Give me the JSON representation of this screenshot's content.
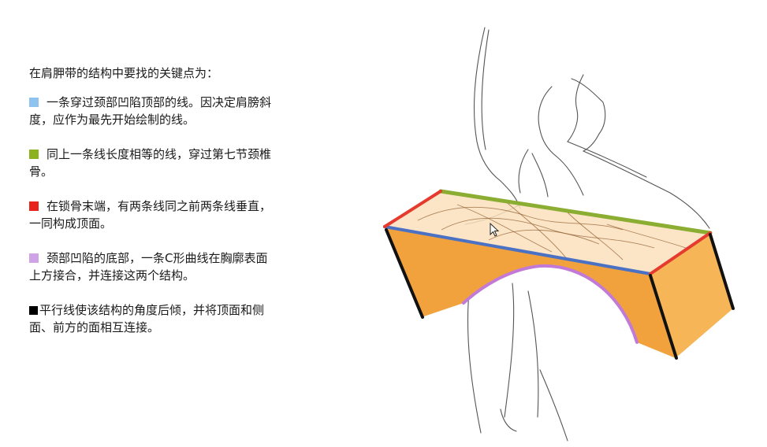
{
  "intro": "在肩胛带的结构中要找的关键点为：",
  "items": [
    {
      "color": "#8ec3f0",
      "line1": "一条穿过颈部凹陷顶部的线。因决定肩膀斜",
      "line2": "度，应作为最先开始绘制的线。"
    },
    {
      "color": "#8db21f",
      "line1": "同上一条线长度相等的线，穿过第七节颈椎",
      "line2": "骨。"
    },
    {
      "color": "#e8231c",
      "line1": "在锁骨末端，有两条线同之前两条线垂直，",
      "line2": "一同构成顶面。"
    },
    {
      "color": "#cfa3e6",
      "line1": "颈部凹陷的底部，一条C形曲线在胸廓表面",
      "line2": "上方接合，并连接这两个结构。"
    },
    {
      "color": "#000000",
      "line1": "平行线使该结构的角度后倾，并将顶面和侧",
      "line2": "面、前方的面相互连接。"
    }
  ],
  "colors": {
    "front_face": "#f2a23c",
    "side_face": "#f6b556",
    "top_face": "#fbe0bd",
    "green_line": "#8aad32",
    "blue_line": "#4b71c4",
    "red_line": "#e53b2f",
    "purple_line": "#c27ad6"
  }
}
